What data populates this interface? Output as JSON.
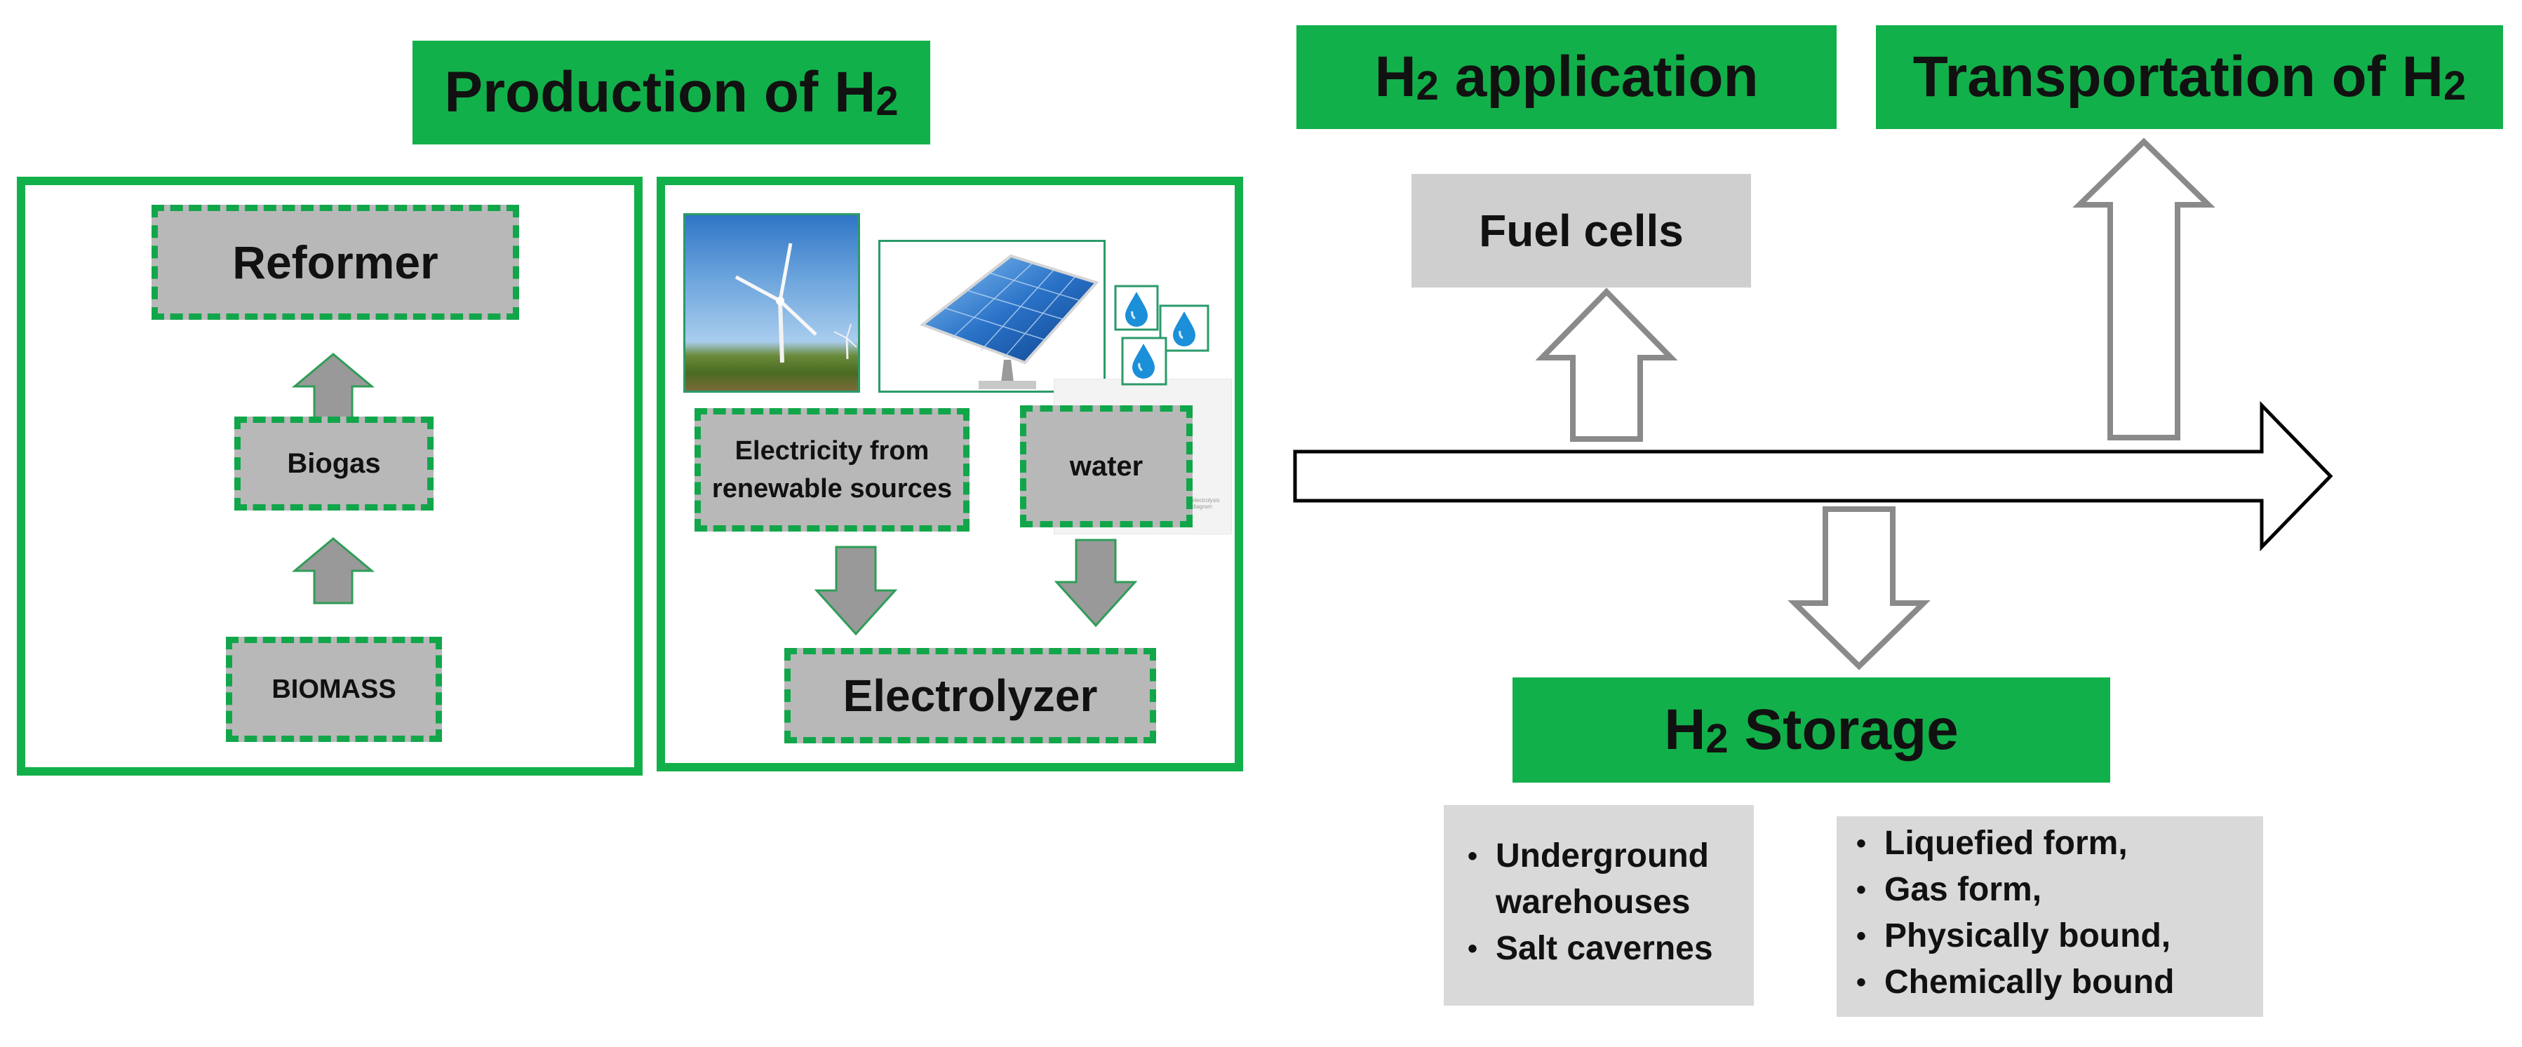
{
  "production": {
    "title_main": "Production of H",
    "title_sub": "2",
    "reformer": "Reformer",
    "biogas": "Biogas",
    "biomass": "BIOMASS",
    "electricity": "Electricity from renewable sources",
    "water": "water",
    "electrolyzer": "Electrolyzer",
    "faint_text": "electrolysis diagram"
  },
  "application": {
    "title_main": "H",
    "title_sub": "2",
    "title_rest": " application",
    "fuel_cells": "Fuel cells"
  },
  "transportation": {
    "title_main": "Transportation of H",
    "title_sub": "2"
  },
  "storage": {
    "title_main": "H",
    "title_sub": "2",
    "title_rest": " Storage",
    "list_left": [
      "Underground warehouses",
      "Salt cavernes"
    ],
    "list_right": [
      "Liquefied form,",
      "Gas form,",
      "Physically bound,",
      "Chemically bound"
    ]
  },
  "colors": {
    "green": "#12b04a",
    "dash_green": "#12a64a",
    "box_grey": "#b8b8b8",
    "arrow_grey": "#999999",
    "arrow_outline": "#8a8a8a"
  }
}
